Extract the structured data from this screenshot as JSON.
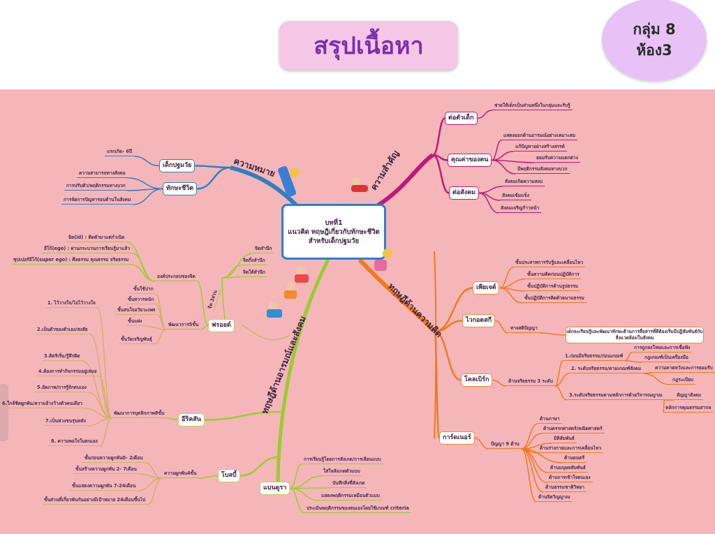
{
  "header": {
    "title": "สรุปเนื้อหา",
    "group_line1": "กลุ่ม 8",
    "group_line2": "ห้อง3"
  },
  "center": {
    "line1": "บทที่1",
    "line2": "แนวคิด ทฤษฎีเกี่ยวกับทักษะชีวิต",
    "line3": "สำหรับเด็กปฐมวัย"
  },
  "colors": {
    "meaning": "#2f7fc1",
    "importance": "#c2187a",
    "cognitive": "#f07a1c",
    "socioemotional": "#9ccc2e",
    "background": "#f5b6ba"
  },
  "meaning": {
    "label": "ความหมาย",
    "nodes": [
      {
        "label": "เด็กปฐมวัย",
        "leaves": [
          "แรกเกิด- 6ปี"
        ]
      },
      {
        "label": "ทักษะชีวิต",
        "leaves": [
          "ความสามารถทางสังคม",
          "การปรับตัว/พฤติกรรมทางบวก",
          "การจัดการปัญหารอบด้านในสังคม"
        ]
      }
    ]
  },
  "importance": {
    "label": "ความสำคัญ",
    "nodes": [
      {
        "label": "ต่อตัวเด็ก",
        "leaves": [
          "ช่วยให้เด็กเป็นส่วนหนึ่งในกลุ่มและรับรู้"
        ]
      },
      {
        "label": "คุณค่าของตน",
        "leaves": [
          "แสดงออกด้านอารมณ์อย่างเหมาะสม",
          "แก้ปัญหาอย่างสร้างสรรค์",
          "ยอมรับความแตกต่าง",
          "มีพฤติกรรมสังคมทางบวก"
        ]
      },
      {
        "label": "ต่อสังคม",
        "leaves": [
          "สังคมเกิดความสงบ",
          "สังคมเข้มแข็ง",
          "สังคมเจริญก้าวหน้า"
        ]
      }
    ]
  },
  "cognitive": {
    "label": "ทฤษฎีด้านความคิด",
    "piaget": {
      "label": "เพียเจต์",
      "leaves": [
        "ขั้นประสาทการรับรู้และเคลื่อนไหว",
        "ขั้นความคิดก่อนปฏิบัติการ",
        "ขั้นปฏิบัติการด้านรูปธรรม",
        "ขั้นปฏิบัติการคิดด้วยนามธรรม"
      ]
    },
    "vygotsky": {
      "label": "ไวกอตสกี",
      "leaf": "ทางสติปัญญา",
      "note": "เด็กจะเรียนรู้และพัฒนาทักษะด้านการสื่อสารที่ดีต้องเริ่มมีปฏิสัมพันธ์กับสิ่งแวดล้อมในสังคม"
    },
    "kohlberg": {
      "label": "โคลเบิร์ก",
      "leaf": "ด้านจริยธรรม 3 ระดับ",
      "levels": [
        {
          "label": "1.ก่อนมีจริยธรรม/ก่อนเกณฑ์",
          "leaves": [
            "การถูกลงโทษและการเชื่อฟัง",
            "กฎเกณฑ์เป็นเครื่องมือ"
          ]
        },
        {
          "label": "2. ระดับจริยธรรม/ตามเกณฑ์สังคม",
          "leaves": [
            "ความคาดหวังและการยอมรับ",
            "กฎระเบียบ"
          ]
        },
        {
          "label": "3.ระดับจริยธรรมตามหลักการด้วยวิจารณญาณ",
          "leaves": [
            "สัญญาสังคม",
            "หลักการคุณธรรมสากล"
          ]
        }
      ]
    },
    "gardner": {
      "label": "การ์ดเนอร์",
      "leaf": "ปัญญา 9 ด้าน",
      "leaves": [
        "ด้านภาษา",
        "ด้านตรรกศาสตร์/คณิตศาสตร์",
        "มิติสัมพันธ์",
        "ด้านร่างกายและการเคลื่อนไหว",
        "ด้านดนตรี",
        "ด้านมนุษยสัมพันธ์",
        "ด้านการเข้าใจตนเอง",
        "ด้านธรรมชาติวิทยา",
        "ด้านจิตวิญญาณ"
      ]
    }
  },
  "socioemotional": {
    "label": "ทฤษฎีด้านอารมณ์และสังคม",
    "freud": {
      "label": "ฟรอยด์",
      "mind": {
        "label": "จิต 3ส่วน",
        "leaves": [
          "จิตสำนึก",
          "จิตกึ่งสำนึก",
          "จิตใต้สำนึก"
        ]
      },
      "structure": {
        "label": "องค์ประกอบของจิต",
        "leaves": [
          "อิด(id) : ติดตัวมาแต่กำเนิด",
          "อีโก้(ego) : ผ่านกระบวนการเรียนรู้มาแล้ว",
          "ซุปเปอร์อีโก้(super ego) : ศีลธรรม คุณธรรม จริยธรรม"
        ]
      },
      "stages": {
        "label": "พัฒนาการ5ขั้น",
        "leaves": [
          "ขั้นใช้ปาก",
          "ขั้นทวารหนัก",
          "ขั้นสนใจอวัยวะเพศ",
          "ขั้นแฝง",
          "ขั้นวัยเจริญพันธุ์"
        ]
      }
    },
    "erikson": {
      "label": "อีริคสัน",
      "leaf": "พัฒนาการบุคลิกภาพ8ขั้น",
      "leaves": [
        "1. ไว้วางใจ/ไม่ไว้วางใจ",
        "2.เป็นตัวของตัวเอง/สงสัย",
        "3.คิดริเริ่ม/รู้สึกผิด",
        "4.ต้องการทำกิจกรรมอยู่เสมอ",
        "5.อัตภาพ/การรู้จักตนเอง",
        "6.ใกล้ชิดผูกพัน/ความอ้างว้างตัวคนเดียว",
        "7.เป็นห่วงชนรุ่นหลัง",
        "8. ความพอใจในตนเอง"
      ]
    },
    "bowlby": {
      "label": "โบลบี้",
      "leaf": "ความผูกพัน4ขั้น",
      "leaves": [
        "ขั้นก่อนความผูกพัน0- 2เดือน",
        "ขั้นสร้างความผูกพัน 2- 7เดือน",
        "ขั้นแสดงความผูกพัน 7-24เดือน",
        "ขั้นส่วนที่เกี่ยวพันกันอย่างมีเป้าหมาย 24เดือนขึ้นไป"
      ]
    },
    "bandura": {
      "label": "แบนดูรา",
      "leaves": [
        "การเรียนรู้โดยการสังเกต/การเลียนแบบ",
        "ใส่ใจสังเกตตัวแบบ",
        "บันทึกสิ่งที่สังเกต",
        "แสดงพฤติกรรมเหมือนตัวแบบ",
        "ประเมินพฤติกรรมของตนเองโดยใช้เกณฑ์ criteria"
      ]
    }
  }
}
